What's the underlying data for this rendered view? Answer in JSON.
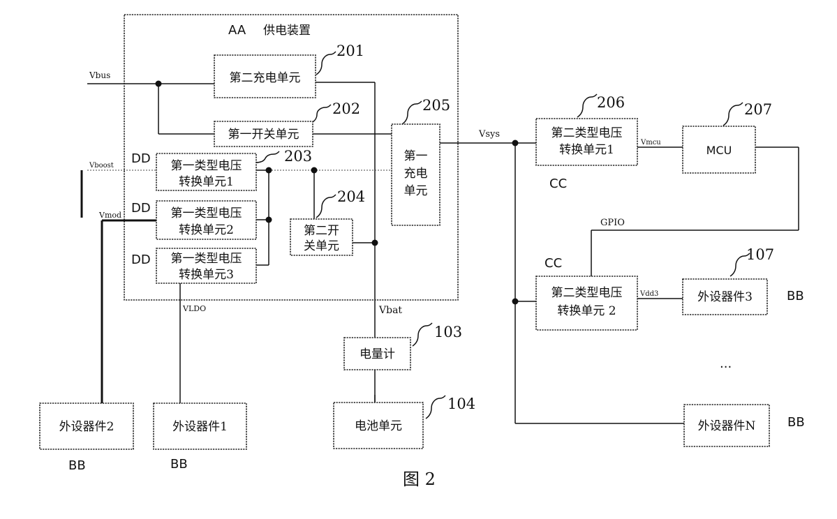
{
  "power_supply_device": {
    "letter": "AA",
    "name": "供电装置"
  },
  "units": {
    "u201": {
      "label": "第二充电单元",
      "ref": "201"
    },
    "u202": {
      "label": "第一开关单元",
      "ref": "202"
    },
    "u203": {
      "line1": "第一类型电压",
      "line2": "转换单元1",
      "ref": "203",
      "tag": "DD"
    },
    "dd2": {
      "line1": "第一类型电压",
      "line2": "转换单元2",
      "tag": "DD"
    },
    "dd3": {
      "line1": "第一类型电压",
      "line2": "转换单元3",
      "tag": "DD"
    },
    "u204": {
      "line1": "第二开",
      "line2": "关单元",
      "ref": "204"
    },
    "u205": {
      "line1": "第一",
      "line2": "充电",
      "line3": "单元",
      "ref": "205"
    },
    "u206": {
      "line1": "第二类型电压",
      "line2": "转换单元1",
      "ref": "206",
      "tag": "CC"
    },
    "u207": {
      "label": "MCU",
      "ref": "207"
    },
    "cc2": {
      "line1": "第二类型电压",
      "line2": "转换单元 2",
      "tag": "CC"
    },
    "u103": {
      "label": "电量计",
      "ref": "103"
    },
    "u104": {
      "label": "电池单元",
      "ref": "104"
    },
    "p3": {
      "label": "外设器件3",
      "ref": "107",
      "tag": "BB"
    },
    "pN": {
      "label": "外设器件N",
      "tag": "BB"
    },
    "p2": {
      "label": "外设器件2",
      "tag": "BB"
    },
    "p1": {
      "label": "外设器件1",
      "tag": "BB"
    }
  },
  "signals": {
    "vbus": "Vbus",
    "vboost": "Vboost",
    "vmod": "Vmod",
    "vldo": "VLDO",
    "vbat": "Vbat",
    "vsys": "Vsys",
    "vmcu": "Vmcu",
    "gpio": "GPIO",
    "vdd3": "Vdd3"
  },
  "ellipsis": "...",
  "figure_caption": "图 2"
}
